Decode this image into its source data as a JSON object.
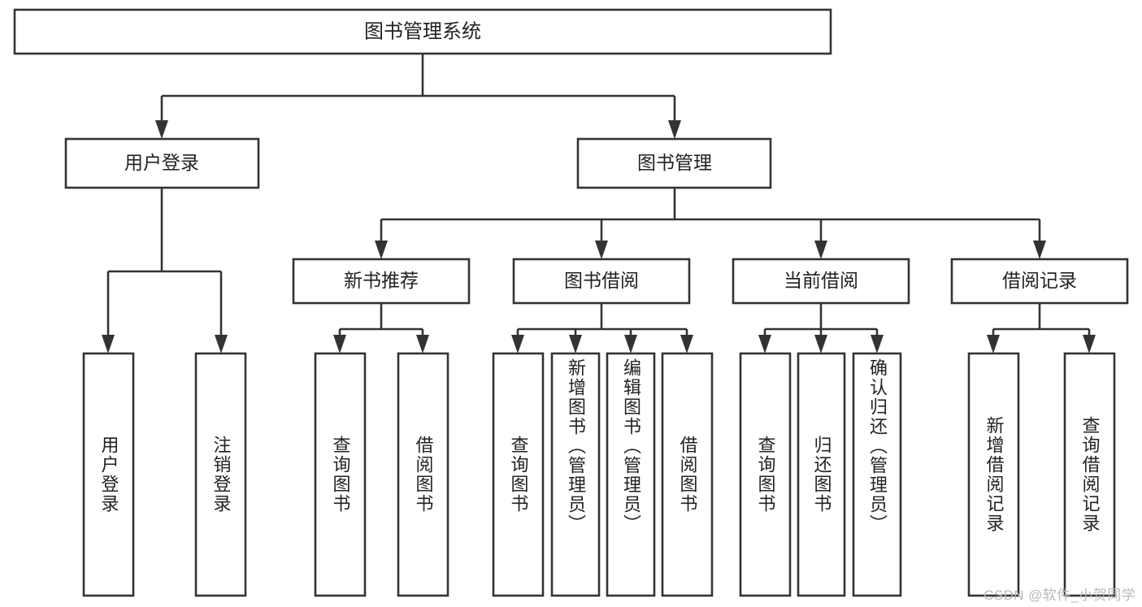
{
  "diagram": {
    "type": "tree-hierarchy",
    "title": "图书管理系统",
    "root": {
      "id": "root",
      "label": "图书管理系统",
      "orientation": "horizontal"
    },
    "level2": [
      {
        "id": "user-login",
        "label": "用户登录",
        "orientation": "horizontal"
      },
      {
        "id": "book-manage",
        "label": "图书管理",
        "orientation": "horizontal"
      }
    ],
    "level3": [
      {
        "id": "new-book-recommend",
        "label": "新书推荐",
        "orientation": "horizontal",
        "parent": "book-manage"
      },
      {
        "id": "book-borrow",
        "label": "图书借阅",
        "orientation": "horizontal",
        "parent": "book-manage"
      },
      {
        "id": "current-borrow",
        "label": "当前借阅",
        "orientation": "horizontal",
        "parent": "book-manage"
      },
      {
        "id": "borrow-record",
        "label": "借阅记录",
        "orientation": "horizontal",
        "parent": "book-manage"
      }
    ],
    "leaves": [
      {
        "id": "leaf-user-login",
        "label": "用户登录",
        "orientation": "vertical",
        "parent": "user-login"
      },
      {
        "id": "leaf-logout-login",
        "label": "注销登录",
        "orientation": "vertical",
        "parent": "user-login"
      },
      {
        "id": "leaf-query-book-1",
        "label": "查询图书",
        "orientation": "vertical",
        "parent": "new-book-recommend"
      },
      {
        "id": "leaf-borrow-book-1",
        "label": "借阅图书",
        "orientation": "vertical",
        "parent": "new-book-recommend"
      },
      {
        "id": "leaf-query-book-2",
        "label": "查询图书",
        "orientation": "vertical",
        "parent": "book-borrow"
      },
      {
        "id": "leaf-add-book-admin",
        "label": "新增图书（管理员）",
        "orientation": "vertical",
        "parent": "book-borrow"
      },
      {
        "id": "leaf-edit-book-admin",
        "label": "编辑图书（管理员）",
        "orientation": "vertical",
        "parent": "book-borrow"
      },
      {
        "id": "leaf-borrow-book-2",
        "label": "借阅图书",
        "orientation": "vertical",
        "parent": "book-borrow"
      },
      {
        "id": "leaf-query-book-3",
        "label": "查询图书",
        "orientation": "vertical",
        "parent": "current-borrow"
      },
      {
        "id": "leaf-return-book",
        "label": "归还图书",
        "orientation": "vertical",
        "parent": "current-borrow"
      },
      {
        "id": "leaf-confirm-return-admin",
        "label": "确认归还（管理员）",
        "orientation": "vertical",
        "parent": "current-borrow"
      },
      {
        "id": "leaf-add-borrow-record",
        "label": "新增借阅记录",
        "orientation": "vertical",
        "parent": "borrow-record"
      },
      {
        "id": "leaf-query-borrow-record",
        "label": "查询借阅记录",
        "orientation": "vertical",
        "parent": "borrow-record"
      }
    ],
    "colors": {
      "stroke": "#333333",
      "box_fill": "#ffffff",
      "text": "#222222",
      "background": "#ffffff",
      "watermark": "#b9b9b9"
    }
  },
  "watermark": {
    "text": "CSDN @软件_小贺同学"
  }
}
